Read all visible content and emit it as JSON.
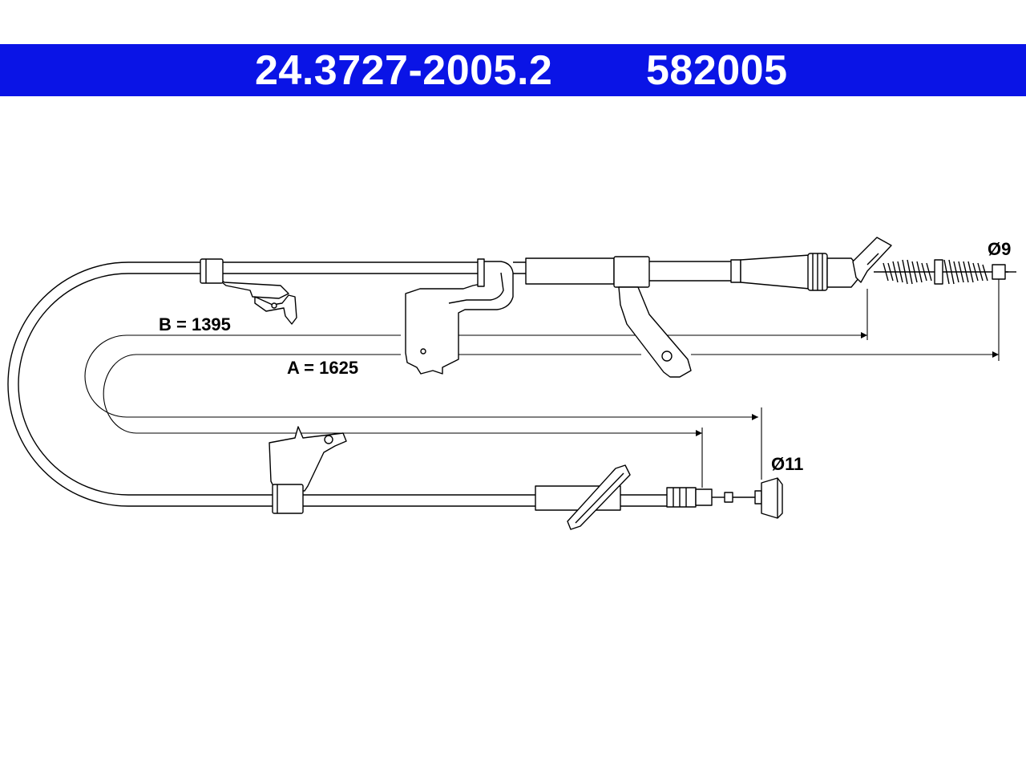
{
  "header": {
    "part_number": "24.3727-2005.2",
    "reference_number": "582005",
    "background_color": "#0a14e6",
    "text_color": "#ffffff"
  },
  "dimensions": {
    "length_a": "A = 1625",
    "length_b": "B = 1395",
    "diameter_top_end": "Ø9",
    "diameter_bottom_end": "Ø11"
  }
}
